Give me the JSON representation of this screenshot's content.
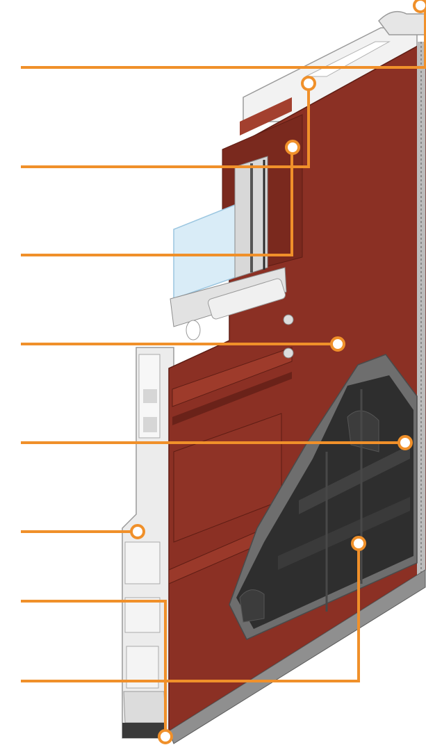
{
  "diagram": {
    "subject": "door-panel-cross-section",
    "colors": {
      "callout": "#f0902a",
      "panel": "#8b3024",
      "panel_dark": "#6a2219",
      "panel_light": "#a3402f",
      "frame": "#e8e8e8",
      "frame_shadow": "#bdbdbd",
      "insulation_core": "#2e2e2e",
      "insulation_edge": "#5c5c5c",
      "glass": "#d9ecf7",
      "background": "#ffffff"
    },
    "callouts": [
      {
        "id": "top-frame-seal"
      },
      {
        "id": "frame-profile"
      },
      {
        "id": "glazing-bead"
      },
      {
        "id": "panel-skin"
      },
      {
        "id": "reinforcement-edge"
      },
      {
        "id": "frame-seal"
      },
      {
        "id": "bottom-seal"
      },
      {
        "id": "insulation-core"
      }
    ]
  }
}
